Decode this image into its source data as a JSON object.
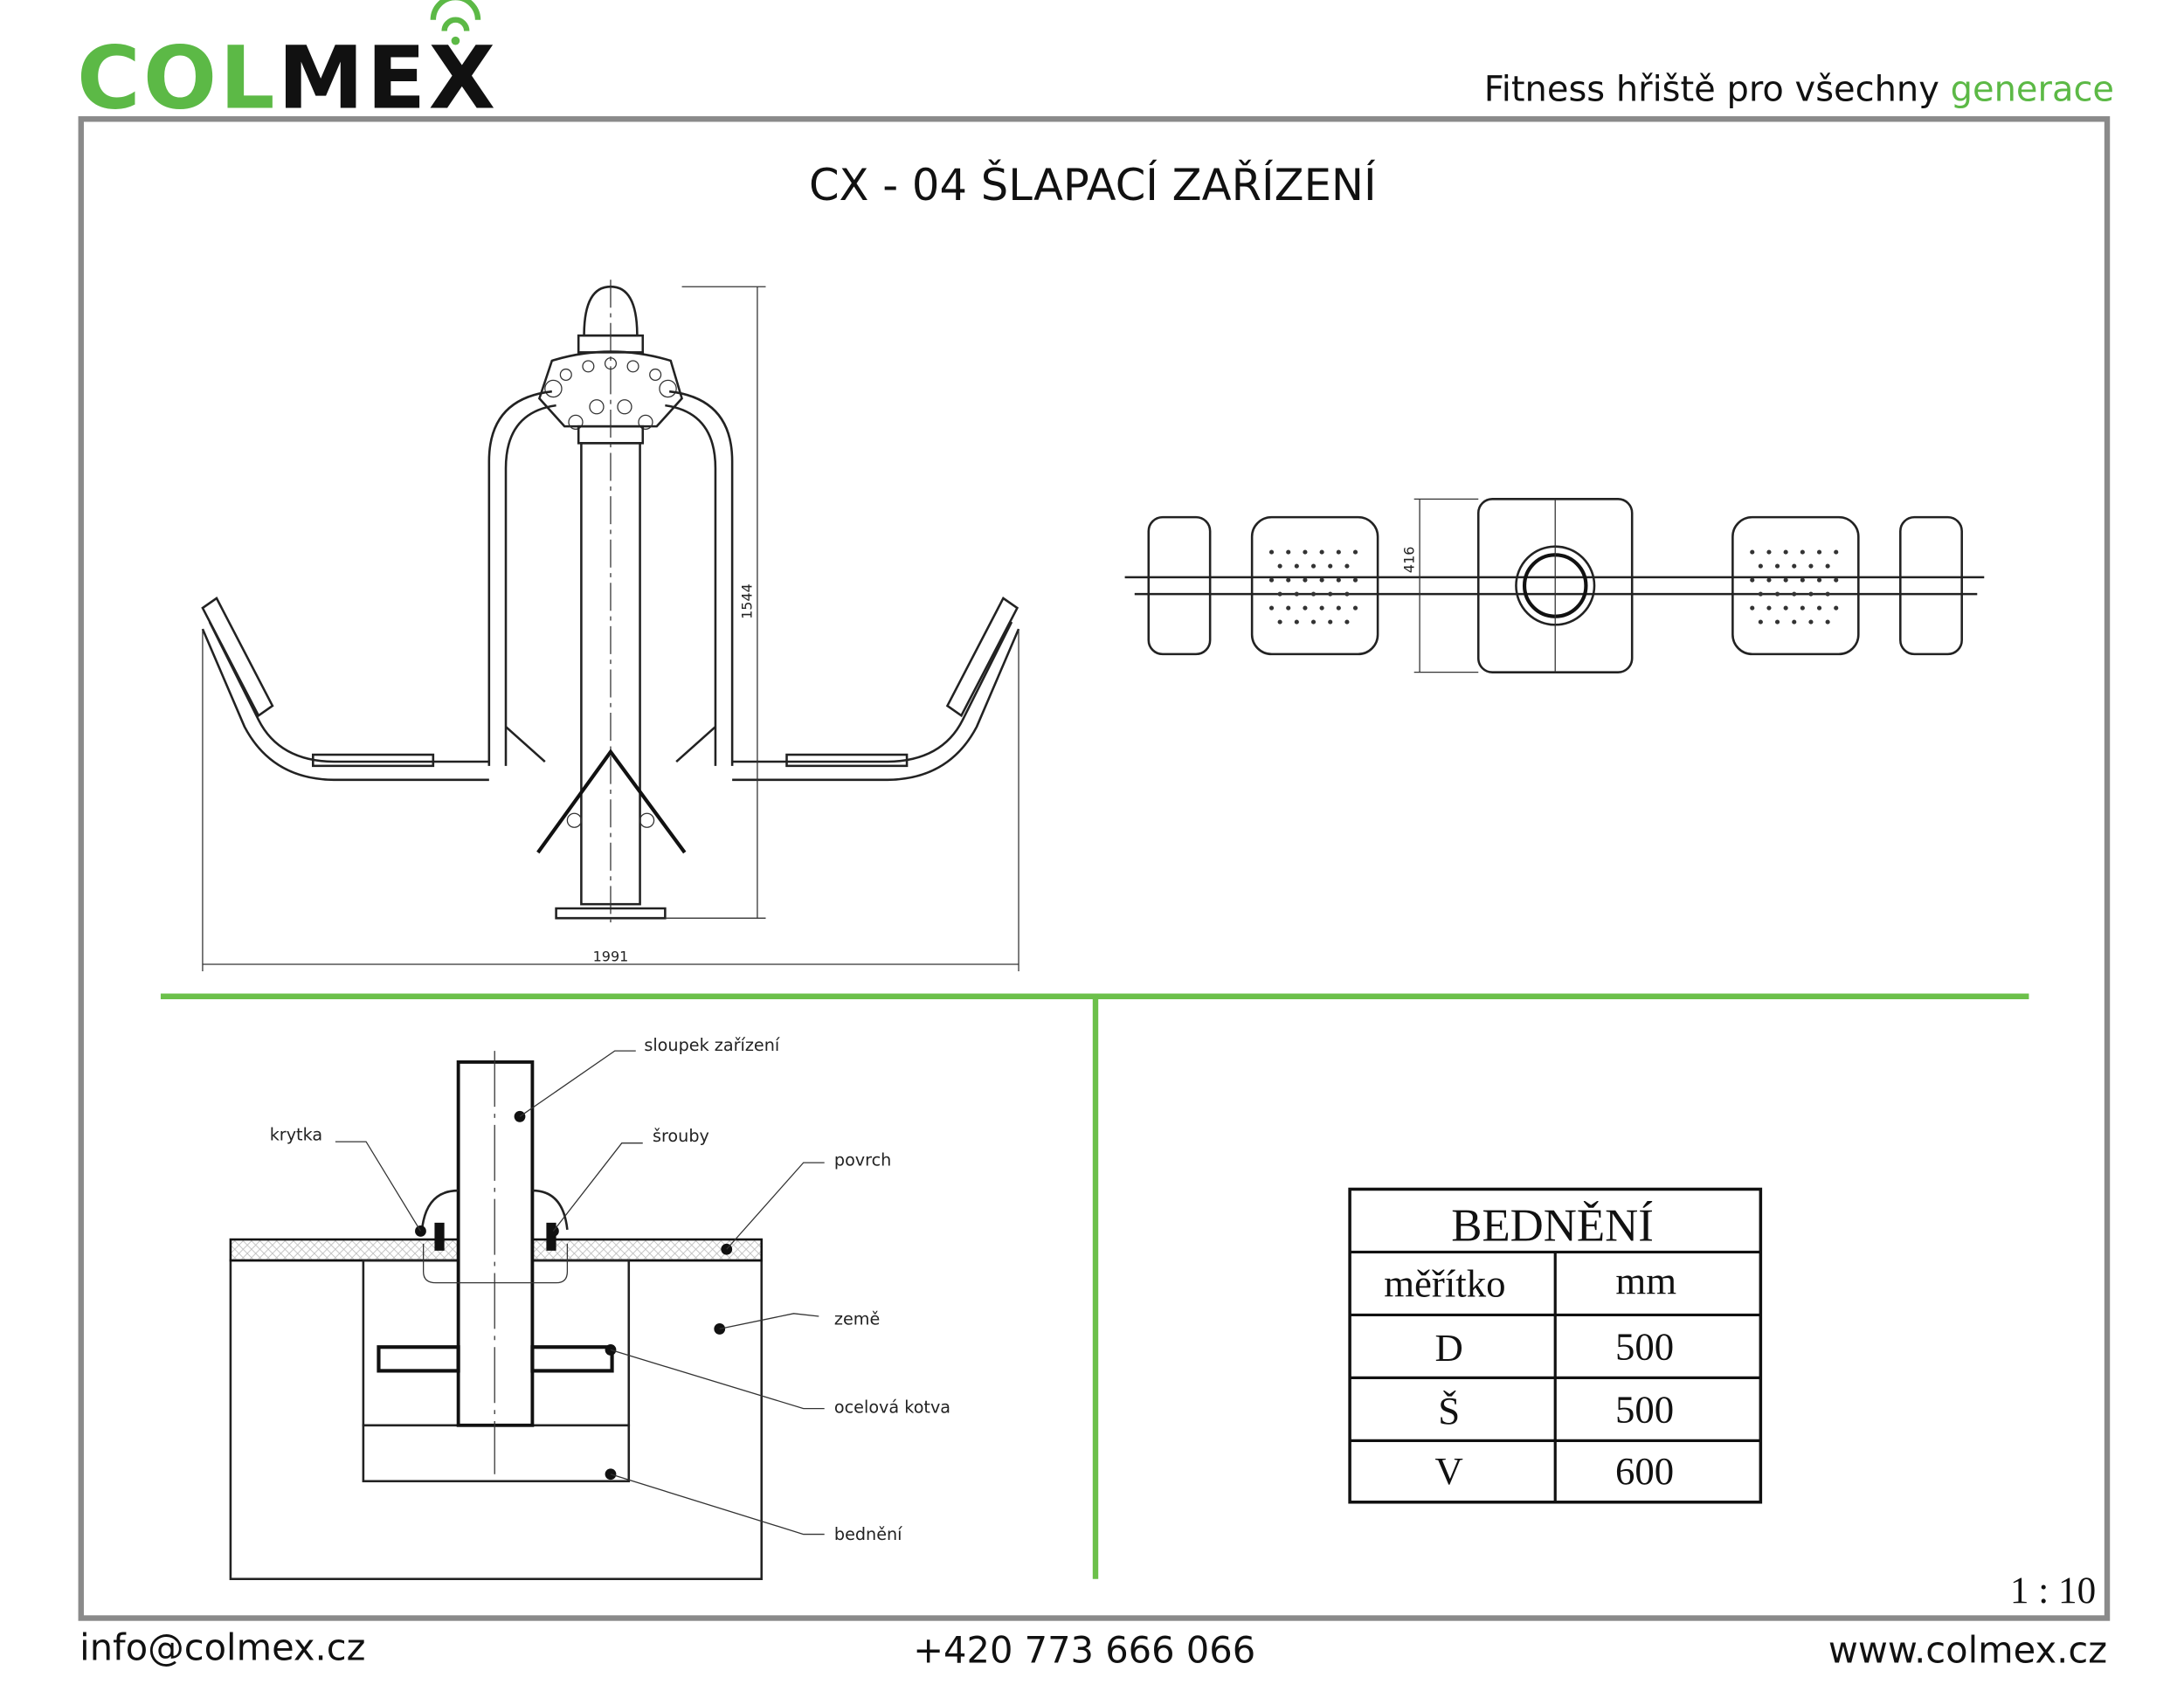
{
  "header": {
    "logo_green": "COL",
    "logo_black": "MEX",
    "tagline": "Fitness hřiště pro všechny",
    "tagline_accent": "generace"
  },
  "title": "CX - 04 ŠLAPACÍ ZAŘÍZENÍ",
  "front_view": {
    "dim_width": "1991",
    "dim_height": "1544"
  },
  "top_view": {
    "dim_depth": "416"
  },
  "foundation": {
    "labels": {
      "post": "sloupek zařízení",
      "cover": "krytka",
      "bolts": "šrouby",
      "surface": "povrch",
      "ground": "země",
      "anchor": "ocelová kotva",
      "formwork": "bednění"
    }
  },
  "table": {
    "title": "BEDNĚNÍ",
    "headers": [
      "měřítko",
      "mm"
    ],
    "rows": [
      {
        "label": "D",
        "value": "500"
      },
      {
        "label": "Š",
        "value": "500"
      },
      {
        "label": "V",
        "value": "600"
      }
    ]
  },
  "scale": "1 : 10",
  "footer": {
    "email": "info@colmex.cz",
    "phone": "+420 773 666 066",
    "website": "www.colmex.cz"
  },
  "colors": {
    "brand_green": "#5cb946",
    "frame_gray": "#8a8a8a",
    "divider_green": "#6cc04a"
  }
}
